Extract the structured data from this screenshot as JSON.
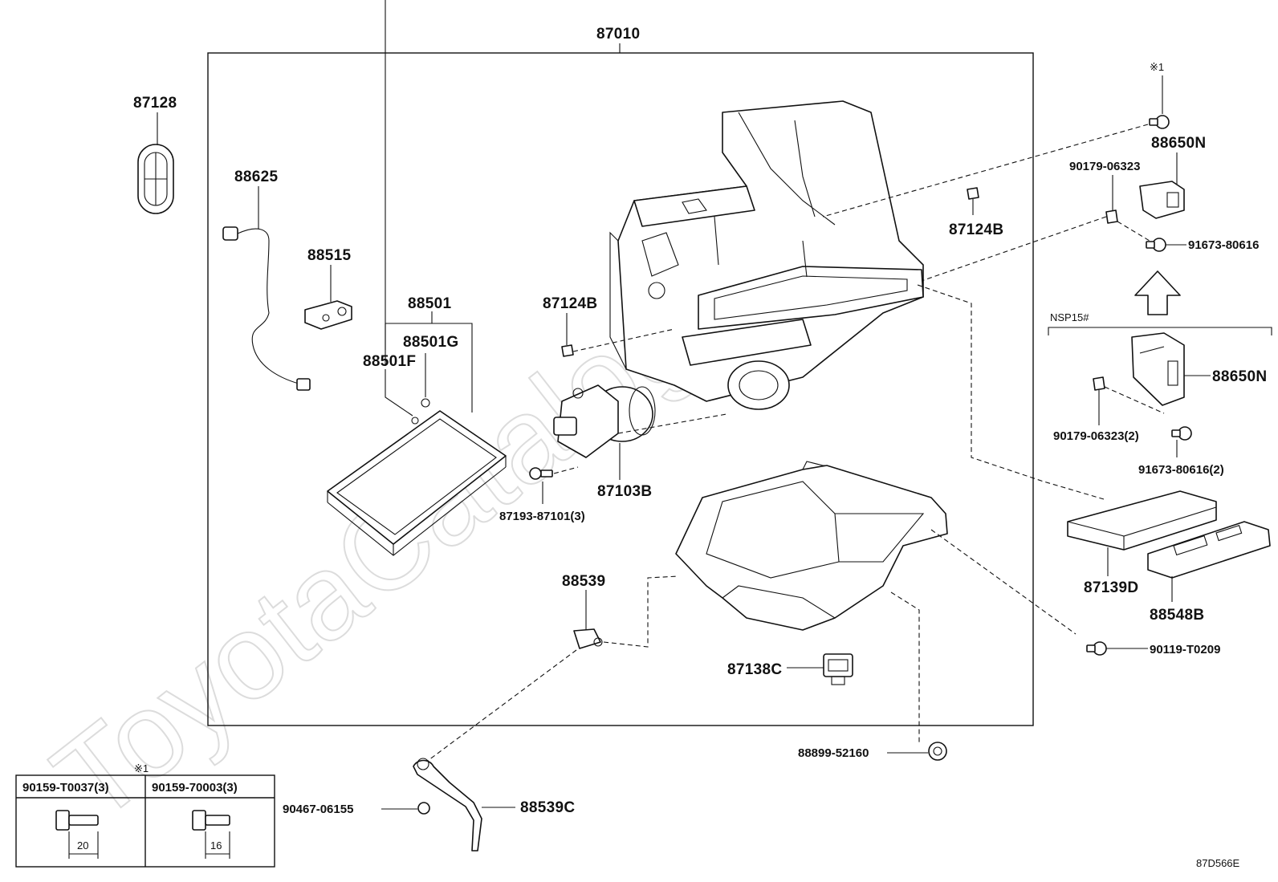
{
  "watermark": "ToyotaCatalog.ru",
  "diagram_code": "87D566E",
  "assembly_label": "87010",
  "variant_label": "NSP15#",
  "note_mark_top": "※1",
  "note_mark_table": "※1",
  "labels": {
    "p87128": "87128",
    "p88625": "88625",
    "p88515": "88515",
    "p88501": "88501",
    "p88501G": "88501G",
    "p88501F": "88501F",
    "p87124B_left": "87124B",
    "p87124B_right": "87124B",
    "p87103B": "87103B",
    "p87193": "87193-87101(3)",
    "p88539": "88539",
    "p87138C": "87138C",
    "p88899": "88899-52160",
    "p90467": "90467-06155",
    "p88539C": "88539C",
    "p88650N_top": "88650N",
    "p90179_top": "90179-06323",
    "p91673_top": "91673-80616",
    "p88650N_bottom": "88650N",
    "p90179_bottom": "90179-06323(2)",
    "p91673_bottom": "91673-80616(2)",
    "p87139D": "87139D",
    "p88548B": "88548B",
    "p90119": "90119-T0209"
  },
  "bolt_table": {
    "columns": [
      {
        "part": "90159-T0037(3)",
        "length": "20"
      },
      {
        "part": "90159-70003(3)",
        "length": "16"
      }
    ]
  }
}
